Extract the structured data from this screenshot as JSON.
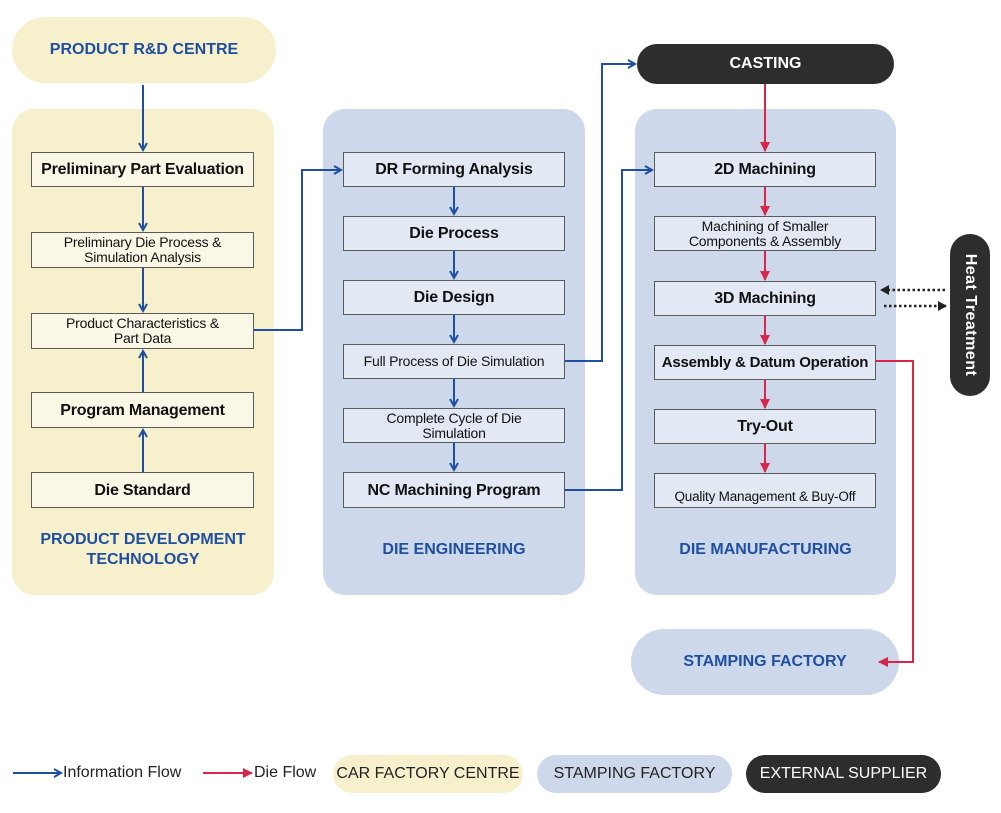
{
  "colors": {
    "information_flow": "#1f4fa1",
    "die_flow": "#d8264a",
    "car_factory_centre": "#f7f0cd",
    "stamping_factory": "#cdd8ea",
    "external_supplier": "#2d2d2d"
  },
  "top_nodes": {
    "product_rd_centre": "PRODUCT R&D CENTRE",
    "casting": "CASTING",
    "stamping_factory": "STAMPING FACTORY",
    "heat_treatment": "Heat  Treatment"
  },
  "product_development": {
    "title_line1": "PRODUCT DEVELOPMENT",
    "title_line2": "TECHNOLOGY",
    "steps": {
      "preliminary_part_evaluation": "Preliminary Part Evaluation",
      "preliminary_die_process_l1": "Preliminary Die Process &",
      "preliminary_die_process_l2": "Simulation Analysis",
      "product_characteristics_l1": "Product Characteristics &",
      "product_characteristics_l2": "Part Data",
      "program_management": "Program Management",
      "die_standard": "Die Standard"
    }
  },
  "die_engineering": {
    "title": "DIE ENGINEERING",
    "steps": {
      "dr_forming_analysis": "DR Forming Analysis",
      "die_process": "Die Process",
      "die_design": "Die Design",
      "full_process_simulation": "Full Process of Die Simulation",
      "complete_cycle_l1": "Complete Cycle of Die",
      "complete_cycle_l2": "Simulation",
      "nc_machining_program": "NC Machining Program"
    }
  },
  "die_manufacturing": {
    "title": "DIE MANUFACTURING",
    "steps": {
      "machining_2d": "2D Machining",
      "smaller_components_l1": "Machining of Smaller",
      "smaller_components_l2": "Components & Assembly",
      "machining_3d": "3D Machining",
      "assembly_datum": "Assembly & Datum Operation",
      "try_out": "Try-Out",
      "quality_management": "Quality Management & Buy-Off"
    }
  },
  "legend": {
    "information_flow": "Information Flow",
    "die_flow": "Die Flow",
    "car_factory_centre": "CAR FACTORY CENTRE",
    "stamping_factory": "STAMPING FACTORY",
    "external_supplier": "EXTERNAL SUPPLIER"
  }
}
